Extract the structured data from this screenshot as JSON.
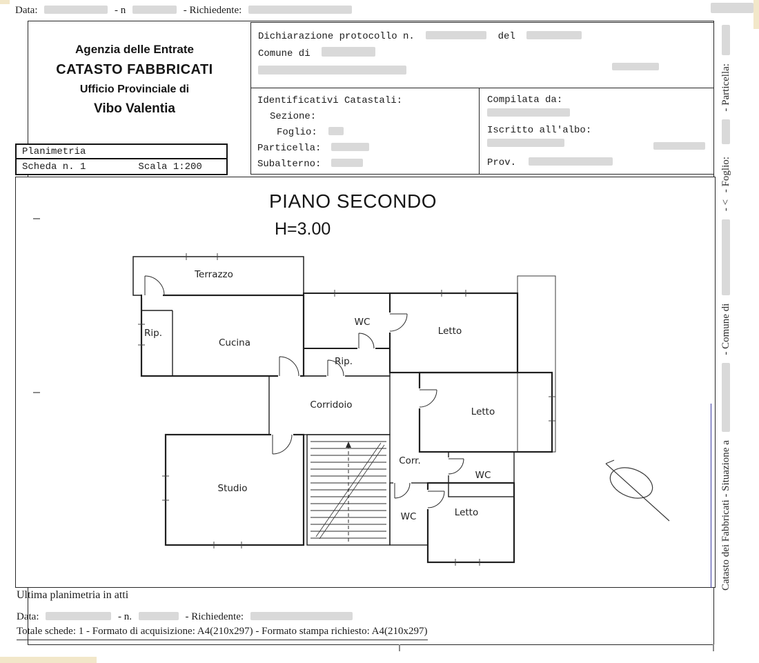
{
  "top_line": {
    "data_label": "Data:",
    "n_sep": "- n",
    "richiedente_label": "- Richiedente:"
  },
  "header": {
    "agency_line1": "Agenzia delle Entrate",
    "agency_line2": "CATASTO FABBRICATI",
    "agency_line3": "Ufficio Provinciale di",
    "agency_line4": "Vibo Valentia",
    "protocol_label": "Dichiarazione protocollo n.",
    "del_label": "del",
    "comune_label": "Comune di",
    "identificativi_title": "Identificativi Catastali:",
    "sezione_label": "Sezione:",
    "foglio_label": "Foglio:",
    "particella_label": "Particella:",
    "subalterno_label": "Subalterno:",
    "compilata_label": "Compilata da:",
    "iscritto_label": "Iscritto all'albo:",
    "prov_label": "Prov."
  },
  "planimetria_box": {
    "title": "Planimetria",
    "scheda": "Scheda n. 1",
    "scala": "Scala 1:200"
  },
  "plan": {
    "title": "PIANO SECONDO",
    "height": "H=3.00",
    "rooms": {
      "terrazzo": "Terrazzo",
      "rip1": "Rip.",
      "cucina": "Cucina",
      "wc1": "WC",
      "letto1": "Letto",
      "rip2": "Rip.",
      "corridoio": "Corridoio",
      "letto2": "Letto",
      "studio": "Studio",
      "corr": "Corr.",
      "wc2": "WC",
      "wc3": "WC",
      "letto3": "Letto"
    }
  },
  "footer": {
    "ultima": "Ultima planimetria in atti",
    "data_label": "Data:",
    "n_label": "- n.",
    "richiedente_label": "- Richiedente:",
    "totale": "Totale schede: 1 - Formato di acquisizione: A4(210x297)  - Formato stampa richiesto: A4(210x297)"
  },
  "side_vertical": {
    "part1": "Catasto dei Fabbricati - Situazione a",
    "part2": "- Comune di",
    "part3": "- <",
    "part4": "- Foglio:",
    "part5": "- Particella:"
  }
}
